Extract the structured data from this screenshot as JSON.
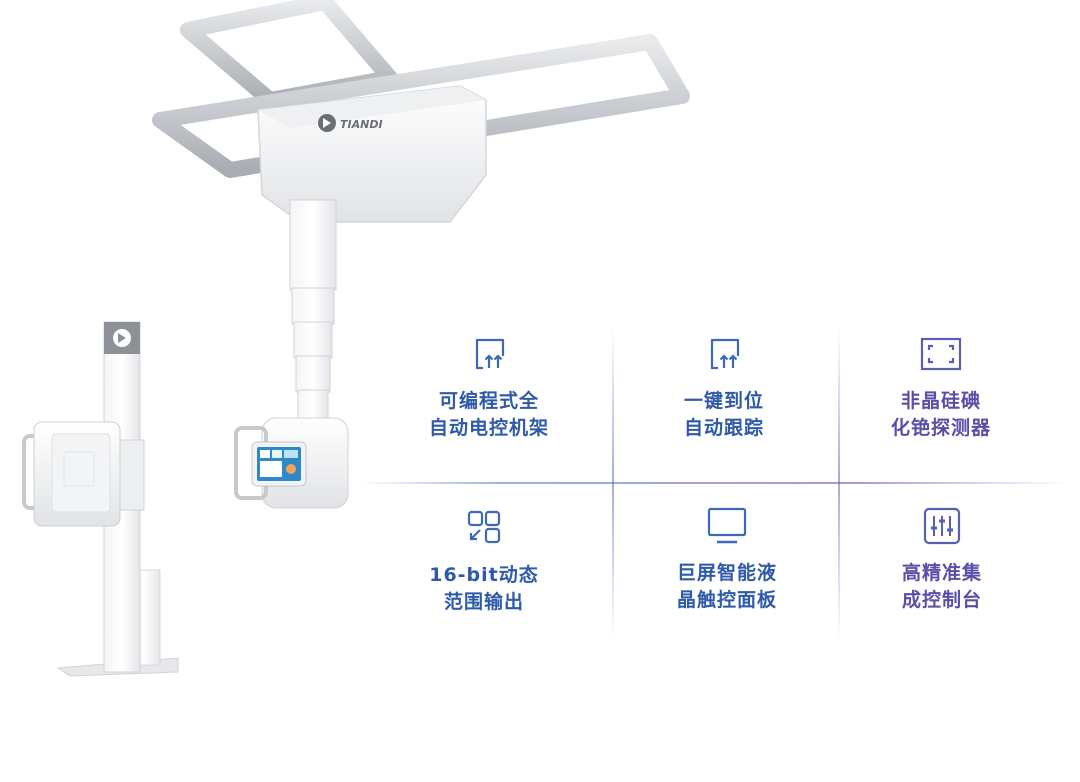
{
  "brand": {
    "logo_text": "TIANDI"
  },
  "features": [
    {
      "id": "programmable-frame",
      "icon": "arrows-up-square-icon",
      "lines": [
        "可编程式全",
        "自动电控机架"
      ]
    },
    {
      "id": "one-key-positioning",
      "icon": "arrows-up-square-icon",
      "lines": [
        "一键到位",
        "自动跟踪"
      ]
    },
    {
      "id": "amorphous-detector",
      "icon": "detector-frame-icon",
      "lines": [
        "非晶硅碘",
        "化铯探测器"
      ]
    },
    {
      "id": "dynamic-output",
      "icon": "grid-arrow-icon",
      "lines": [
        "16-bit动态",
        "范围输出"
      ]
    },
    {
      "id": "lcd-touch-panel",
      "icon": "monitor-icon",
      "lines": [
        "巨屏智能液",
        "晶触控面板"
      ]
    },
    {
      "id": "precision-console",
      "icon": "sliders-icon",
      "lines": [
        "高精准集",
        "成控制台"
      ]
    }
  ],
  "colors": {
    "blue": "#2e5aa8",
    "purple": "#5a4fa8",
    "metal": "#c9ccd1"
  }
}
